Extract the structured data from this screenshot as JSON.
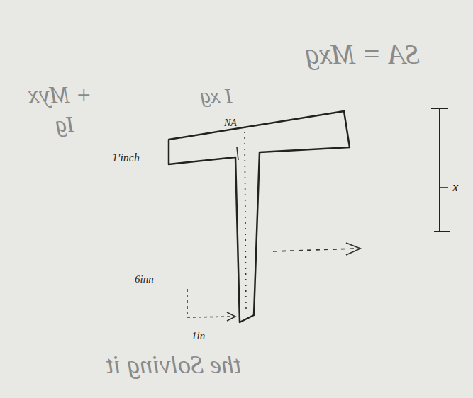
{
  "diagram": {
    "labels": [
      "1'inch",
      "NA",
      "6inn",
      "1in",
      "x",
      "SA = Mxg",
      "I xg",
      "+ Myx",
      "Ig",
      "the Solving it"
    ]
  }
}
